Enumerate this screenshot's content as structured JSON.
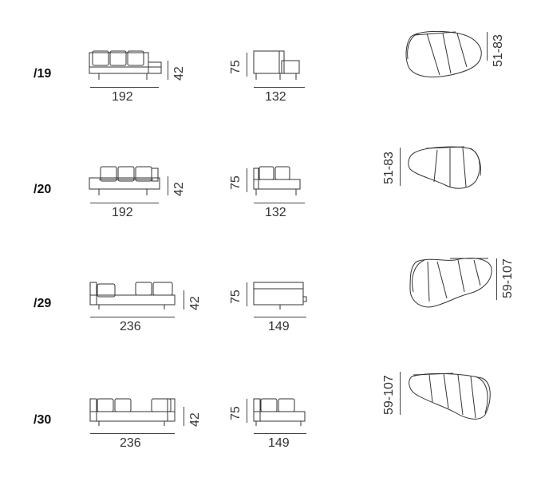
{
  "configs": [
    {
      "code": "/19",
      "front_width": "192",
      "seat_height": "42",
      "side_height": "75",
      "side_depth": "132",
      "plan_depth": "51-83"
    },
    {
      "code": "/20",
      "front_width": "192",
      "seat_height": "42",
      "side_height": "75",
      "side_depth": "132",
      "plan_depth": "51-83"
    },
    {
      "code": "/29",
      "front_width": "236",
      "seat_height": "42",
      "side_height": "75",
      "side_depth": "149",
      "plan_depth": "59-107"
    },
    {
      "code": "/30",
      "front_width": "236",
      "seat_height": "42",
      "side_height": "75",
      "side_depth": "149",
      "plan_depth": "59-107"
    }
  ],
  "colors": {
    "line": "#444444",
    "text": "#333333",
    "code": "#111111"
  }
}
